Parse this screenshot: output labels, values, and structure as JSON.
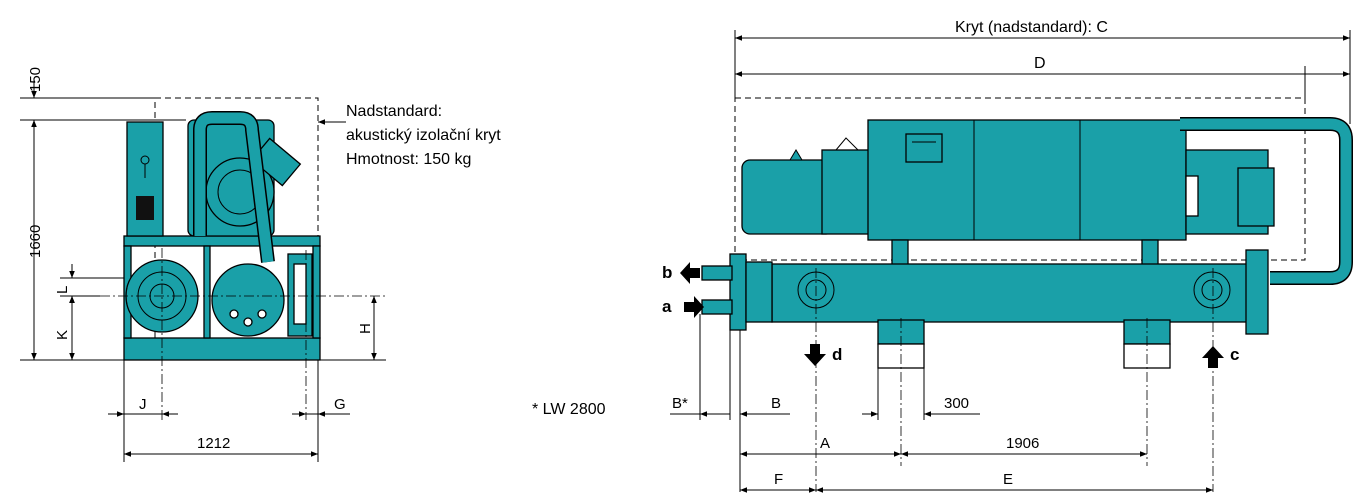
{
  "colors": {
    "machine": "#1aa0a8",
    "line": "#000000",
    "background": "#ffffff"
  },
  "left_view": {
    "dims": {
      "top_gap": "150",
      "height": "1660",
      "width": "1212",
      "j": "J",
      "g": "G",
      "l": "L",
      "k": "K",
      "h": "H"
    },
    "note": {
      "line1": "Nadstandard:",
      "line2": "akustický izolační kryt",
      "line3": "Hmotnost: 150 kg"
    }
  },
  "footnote": "* LW 2800",
  "right_view": {
    "dims": {
      "cover": "Kryt (nadstandard): C",
      "d": "D",
      "b_star": "B*",
      "b": "B",
      "foot": "300",
      "a": "A",
      "spacing": "1906",
      "f": "F",
      "e": "E"
    },
    "connections": {
      "a": "a",
      "b": "b",
      "c": "c",
      "d": "d"
    }
  }
}
